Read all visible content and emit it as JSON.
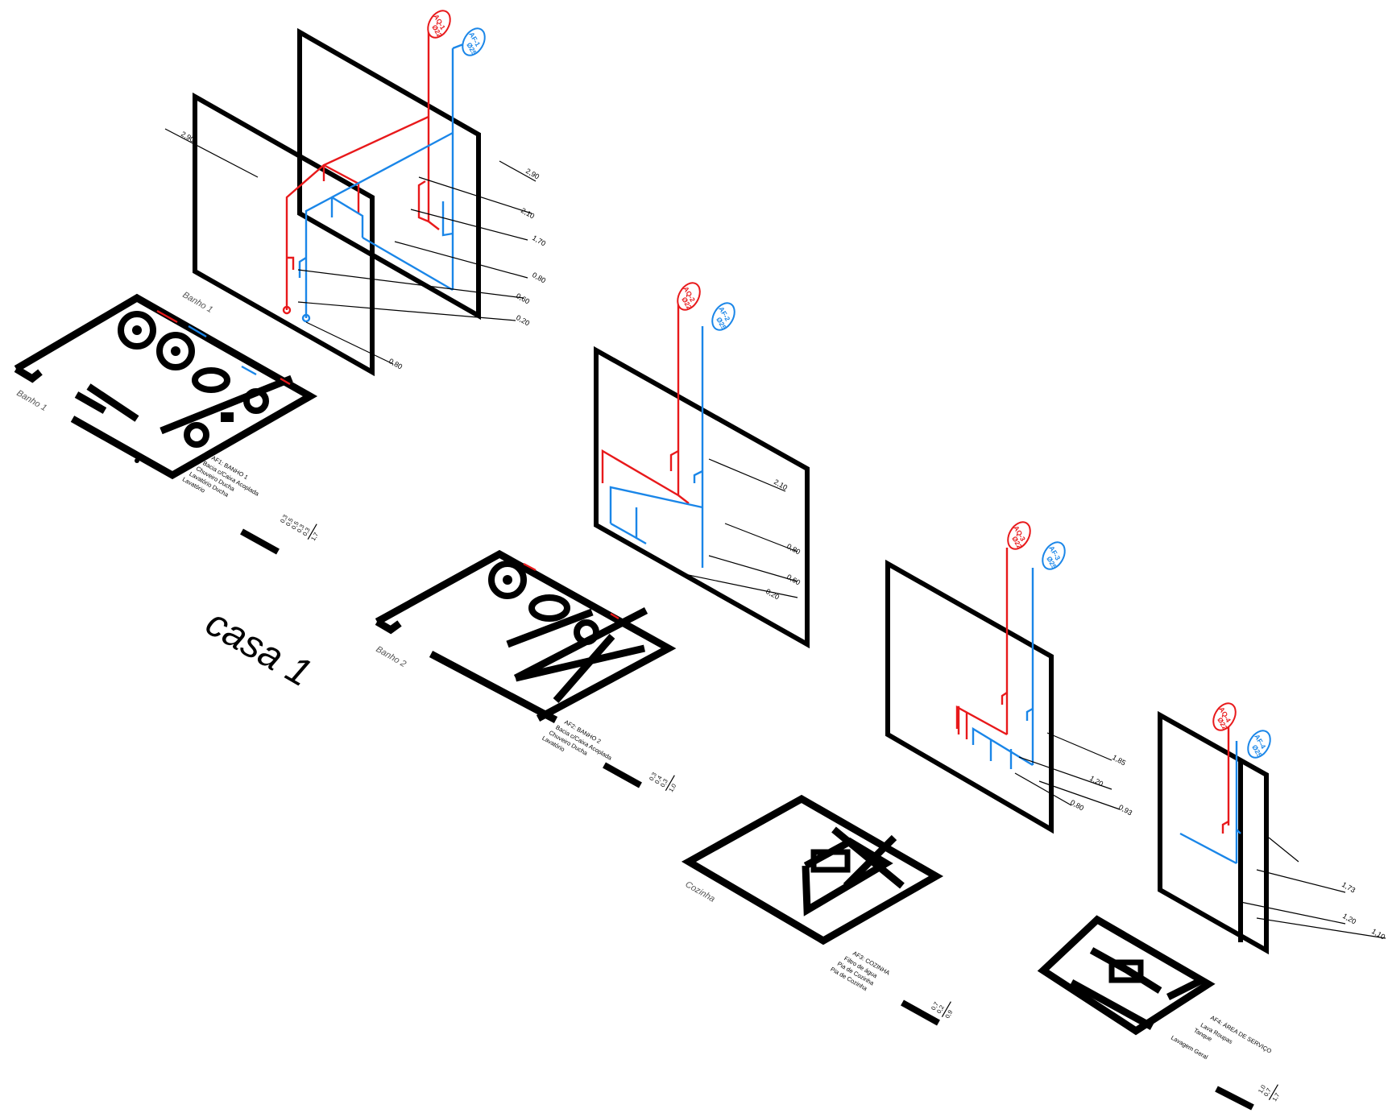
{
  "title": "casa 1",
  "colors": {
    "hot": "#e8191b",
    "cold": "#1a86e8",
    "ink": "#000000"
  },
  "rooms": [
    {
      "id": "banho1",
      "label_iso": "Banho 1",
      "label_plan": "Banho 1",
      "hot_tag": [
        "AQ-1",
        "Ø22"
      ],
      "cold_tag": [
        "AF-1",
        "Ø25"
      ],
      "levels": [
        "2,90",
        "2,90",
        "2,10",
        "1,70",
        "0,80",
        "0,60",
        "0,20",
        "0,80"
      ],
      "legend": {
        "title": "AF1: BANHO 1",
        "items": [
          "Bacia c/Caixa Acoplada",
          "Chuveiro Ducha",
          "Lavatório Ducha",
          "Lavatório"
        ]
      },
      "flow": {
        "values": [
          "0,3",
          "0,5",
          "0,5",
          "0,3",
          "0,3"
        ],
        "sum": "1,7"
      }
    },
    {
      "id": "banho2",
      "label_plan": "Banho 2",
      "hot_tag": [
        "AQ-2",
        "Ø22"
      ],
      "cold_tag": [
        "AF-2",
        "Ø25"
      ],
      "levels": [
        "2,10",
        "0,80",
        "0,60",
        "0,20"
      ],
      "legend": {
        "title": "AF2: BANHO 2",
        "items": [
          "Bacia c/Caixa Acoplada",
          "Chuveiro Ducha",
          "Lavatório"
        ]
      },
      "flow": {
        "values": [
          "0,3",
          "0,4",
          "0,3"
        ],
        "sum": "1,0"
      }
    },
    {
      "id": "cozinha",
      "label_plan": "Cozinha",
      "hot_tag": [
        "AQ-3",
        "Ø22"
      ],
      "cold_tag": [
        "AF-3",
        "Ø25"
      ],
      "levels": [
        "1,85",
        "1,20",
        "0,80",
        "0,93"
      ],
      "legend": {
        "title": "AF3: COZINHA",
        "items": [
          "Filtro de água",
          "Pia de Cozinha",
          "Pia de Cozinha"
        ]
      },
      "flow": {
        "values": [
          "0,7",
          "0,2"
        ],
        "sum": "0,9"
      }
    },
    {
      "id": "servico",
      "hot_tag": [
        "AQ-4",
        "Ø22"
      ],
      "cold_tag": [
        "AF-4",
        "Ø25"
      ],
      "levels": [
        "1,73",
        "1,20",
        "1,10"
      ],
      "legend": {
        "title": "AF4: ÁREA DE SERVIÇO",
        "items": [
          "Lava Roupas",
          "Tanque",
          "Lavagem Geral"
        ]
      },
      "flow": {
        "values": [
          "1,0",
          "0,7"
        ],
        "sum": "1,7"
      }
    }
  ]
}
